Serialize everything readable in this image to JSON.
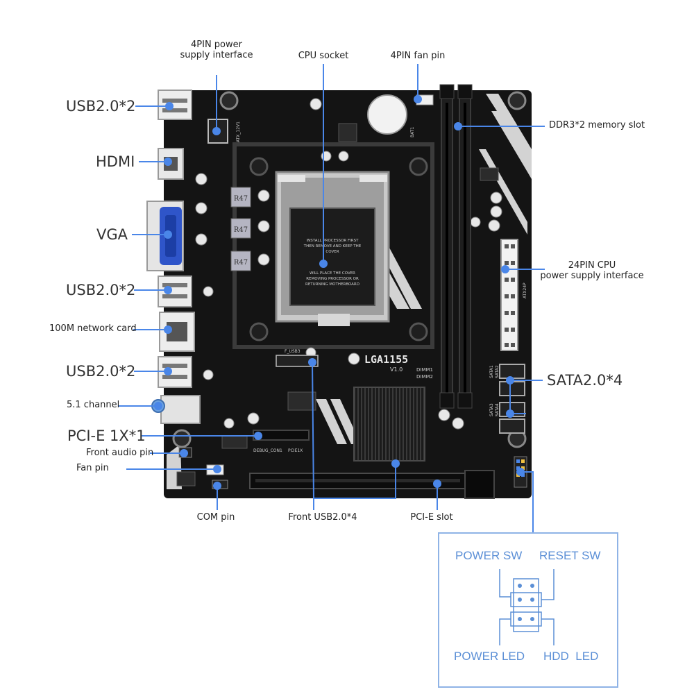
{
  "labels": {
    "pin4_power_line1": "4PIN power",
    "pin4_power_line2": "supply interface",
    "cpu_socket": "CPU socket",
    "pin4_fan": "4PIN fan pin",
    "usb_top": "USB2.0*2",
    "ddr3": "DDR3*2 memory slot",
    "hdmi": "HDMI",
    "vga": "VGA",
    "usb_mid": "USB2.0*2",
    "pin24_line1": "24PIN CPU",
    "pin24_line2": "power supply interface",
    "network": "100M network card",
    "usb_bottom": "USB2.0*2",
    "sata": "SATA2.0*4",
    "channel51": "5.1 channel",
    "pcie1x": "PCI-E 1X*1",
    "front_audio": "Front audio pin",
    "fan_pin": "Fan pin",
    "com_pin": "COM pin",
    "front_usb": "Front USB2.0*4",
    "pcie_slot": "PCI-E slot"
  },
  "board_text": {
    "socket_name": "LGA1155",
    "version": "V1.0",
    "choke_label": "R47",
    "pcie_label": "PCIE1X",
    "usb_header_label": "F_USB3",
    "debug_label": "DEBUG_CON1",
    "atx_label": "ATX_12V1",
    "bat_label": "BAT1",
    "ram_label_1": "DIMM1",
    "ram_label_2": "DIMM2",
    "sata_label_1": "SATA1",
    "sata_label_2": "SATA2",
    "sata_label_3": "SATA3",
    "sata_label_4": "SATA4",
    "atx24_label": "ATX24P",
    "socket_text_1": "INSTALL PROCESSOR FIRST",
    "socket_text_2": "THEN REMOVE AND KEEP THE",
    "socket_text_3": "COVER",
    "socket_text_4": "WILL PLACE THE COVER",
    "socket_text_5": "REMOVING PROCESSOR OR",
    "socket_text_6": "RETURNING MOTHERBOARD"
  },
  "panel": {
    "power_sw": "POWER SW",
    "reset_sw": "RESET SW",
    "power_led": "POWER LED",
    "hdd_led": "HDD  LED"
  },
  "colors": {
    "board": "#141414",
    "pointer": "#4a86e8",
    "panel_border": "#8fb3e6",
    "panel_text": "#5b8fd6",
    "vga_blue": "#2f55c9"
  }
}
